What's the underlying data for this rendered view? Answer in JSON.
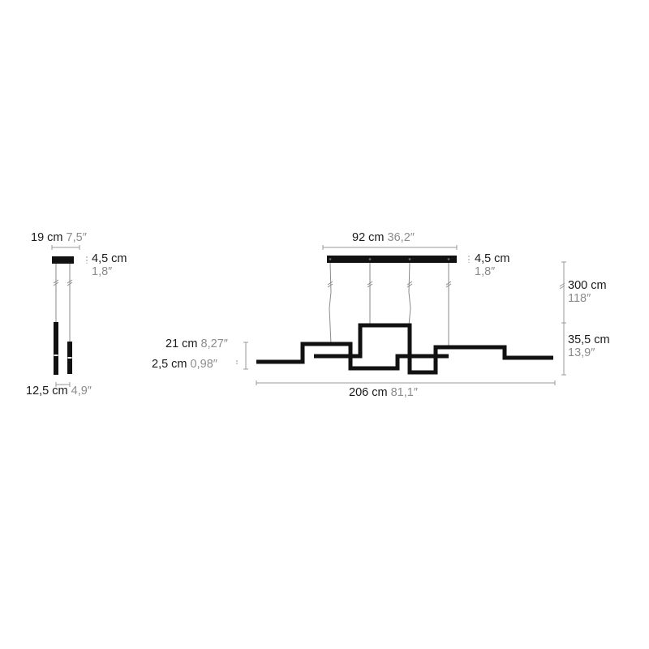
{
  "side_view": {
    "width_label": {
      "cm": "19 cm",
      "in": "7,5″"
    },
    "canopy_height_label": {
      "cm": "4,5 cm",
      "in": "1,8″"
    },
    "spacing_label": {
      "cm": "12,5 cm",
      "in": "4,9″"
    }
  },
  "front_view": {
    "canopy_width_label": {
      "cm": "92 cm",
      "in": "36,2″"
    },
    "canopy_height_label": {
      "cm": "4,5 cm",
      "in": "1,8″"
    },
    "cable_length_label": {
      "cm": "300 cm",
      "in": "118″"
    },
    "fixture_height_label": {
      "cm": "35,5 cm",
      "in": "13,9″"
    },
    "step_height_label": {
      "cm": "21 cm",
      "in": "8,27″"
    },
    "profile_thickness_label": {
      "cm": "2,5 cm",
      "in": "0,98″"
    },
    "total_width_label": {
      "cm": "206 cm",
      "in": "81,1″"
    }
  },
  "colors": {
    "fixture": "#111111",
    "dimension_line": "#9a9a9a",
    "cable": "#8a8a8a"
  }
}
